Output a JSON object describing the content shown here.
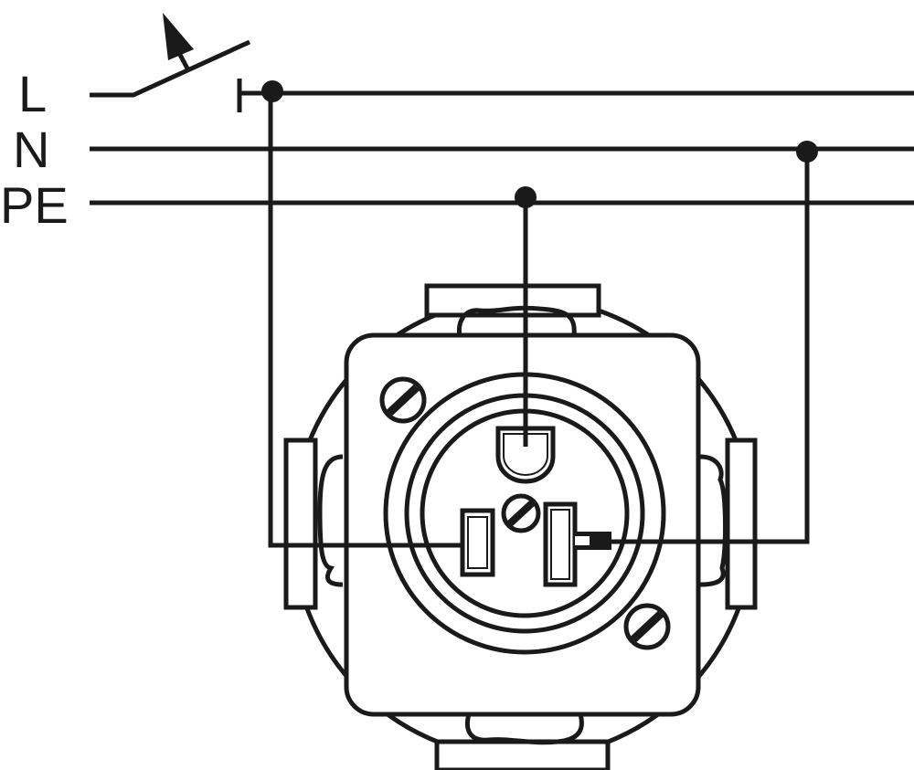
{
  "diagram": {
    "conductors": [
      {
        "label": "L"
      },
      {
        "label": "N"
      },
      {
        "label": "PE"
      }
    ],
    "components": [
      "switch",
      "grounded-outlet"
    ],
    "line_color": "#1a1a1a",
    "background": "#ffffff"
  }
}
